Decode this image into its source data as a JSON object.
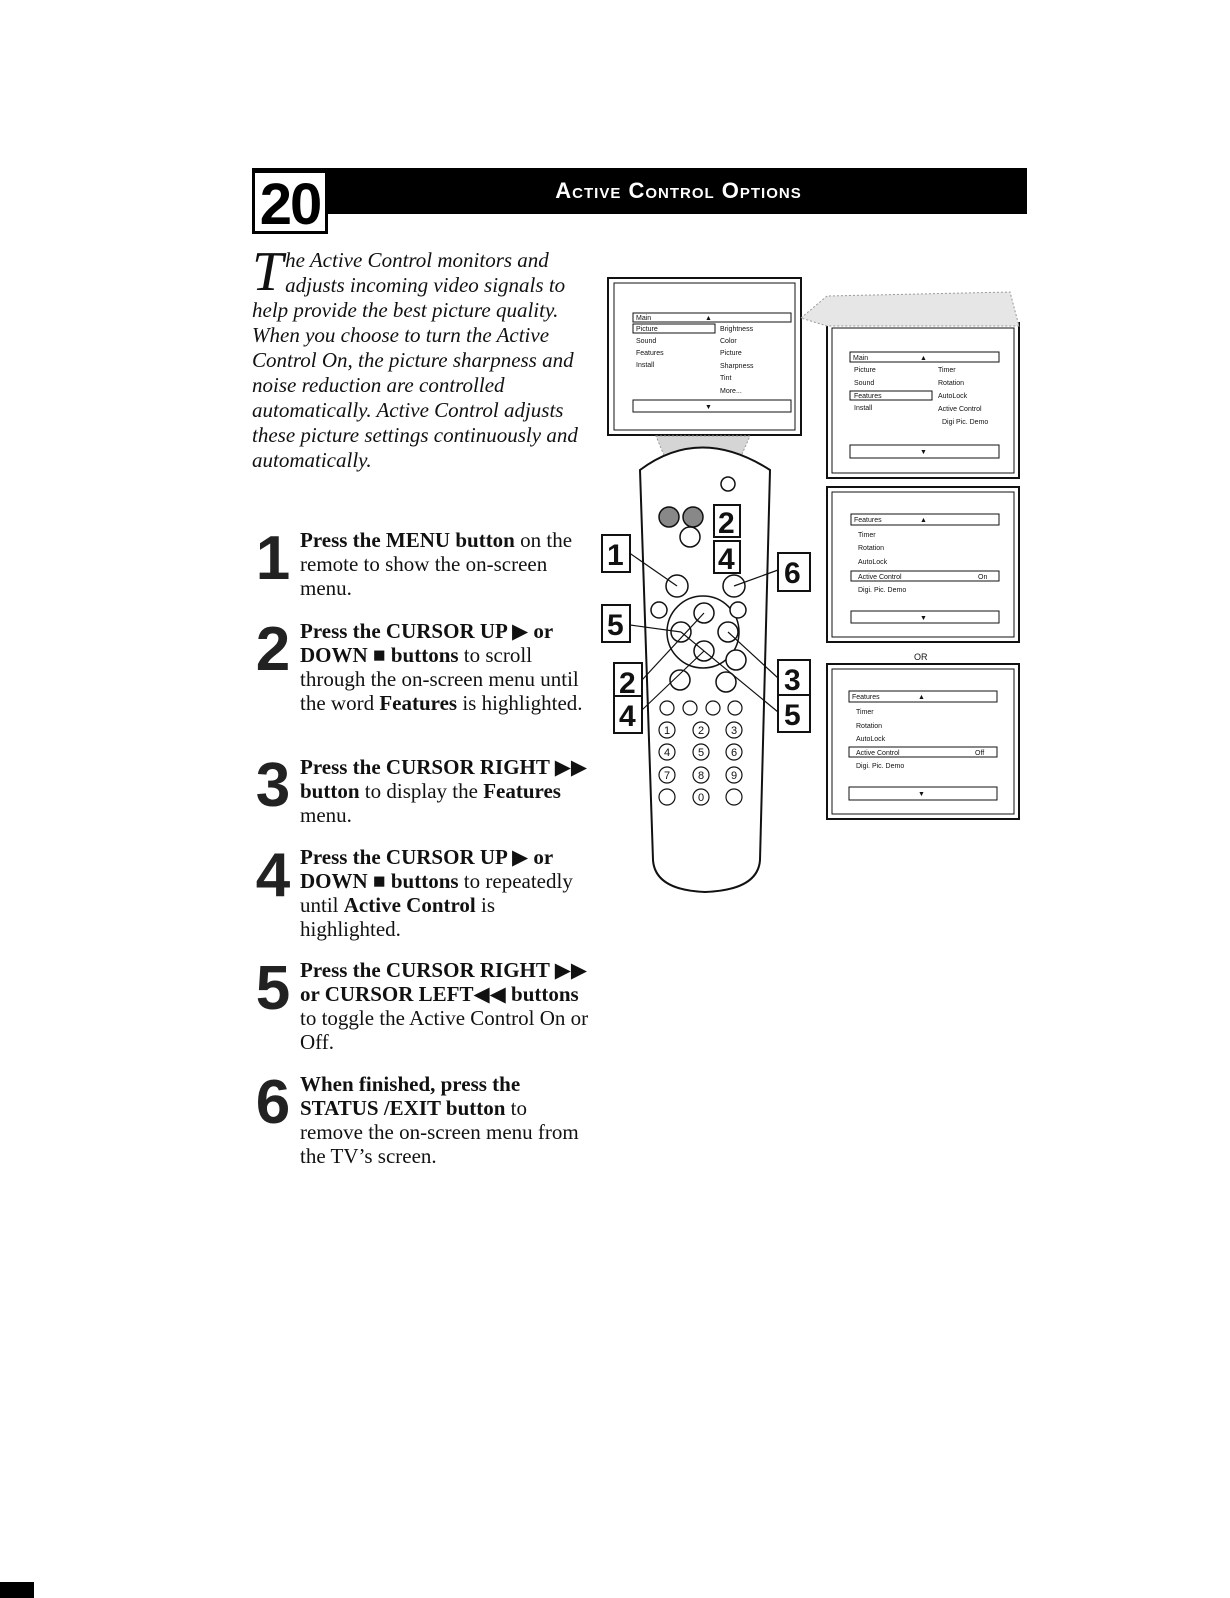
{
  "header": {
    "page_number": "20",
    "title": "Active Control Options"
  },
  "intro": {
    "dropcap": "T",
    "text": "he Active Control monitors and adjusts incoming video signals to help provide the best picture quality. When you choose to turn the Active Control On, the picture sharpness and noise reduction are controlled automatically. Active Control adjusts these picture settings continuously and automatically."
  },
  "steps": [
    {
      "num": "1",
      "bold": "Press the MENU button",
      "rest": " on the remote to show the on-screen menu."
    },
    {
      "num": "2",
      "bold": "Press the CURSOR UP ▶ or DOWN ■ buttons",
      "rest": " to scroll through the on-screen menu until the word ",
      "bold2": "Features",
      "rest2": " is highlighted."
    },
    {
      "num": "3",
      "bold": "Press the CURSOR RIGHT ▶▶ button",
      "rest": " to display the ",
      "bold2": "Features",
      "rest2": " menu."
    },
    {
      "num": "4",
      "bold": "Press the CURSOR UP ▶ or DOWN ■ buttons",
      "rest": " to repeatedly until ",
      "bold2": "Active Control",
      "rest2": " is highlighted."
    },
    {
      "num": "5",
      "bold": "Press the CURSOR RIGHT ▶▶ or CURSOR LEFT◀◀ buttons",
      "rest": " to toggle the Active Control On or Off."
    },
    {
      "num": "6",
      "bold": "When finished, press the STATUS /EXIT button",
      "rest": " to remove the on-screen menu from the TV’s screen."
    }
  ],
  "screens": {
    "main": {
      "title": "Main",
      "left": [
        "Picture",
        "Sound",
        "Features",
        "Install"
      ],
      "right": [
        "Brightness",
        "Color",
        "Picture",
        "Sharpness",
        "Tint",
        "More..."
      ]
    },
    "features_main": {
      "title": "Main",
      "left": [
        "Picture",
        "Sound",
        "Features",
        "Install"
      ],
      "right": [
        "Timer",
        "Rotation",
        "AutoLock",
        "Active Control",
        "Digi Pic. Demo"
      ]
    },
    "features_on": {
      "title": "Features",
      "items": [
        "Timer",
        "Rotation",
        "AutoLock",
        "Active Control",
        "Digi. Pic. Demo"
      ],
      "value": "On"
    },
    "or_label": "OR",
    "features_off": {
      "title": "Features",
      "items": [
        "Timer",
        "Rotation",
        "AutoLock",
        "Active Control",
        "Digi. Pic. Demo"
      ],
      "value": "Off"
    }
  },
  "callouts": [
    "1",
    "5",
    "2",
    "4",
    "6",
    "3",
    "5"
  ],
  "remote_callouts": [
    "2",
    "4"
  ],
  "keypad": [
    "1",
    "2",
    "3",
    "4",
    "5",
    "6",
    "7",
    "8",
    "9",
    "0"
  ]
}
